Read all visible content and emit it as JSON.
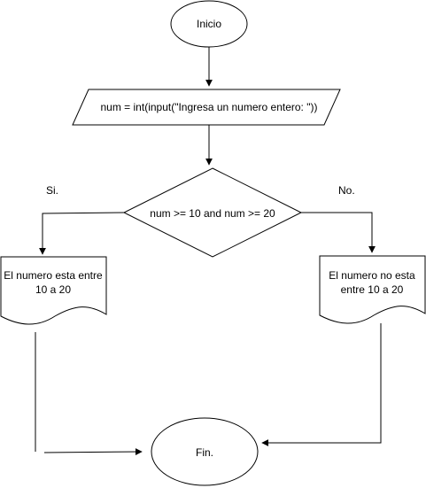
{
  "flowchart": {
    "start": "Inicio",
    "input": "num = int(input(\"Ingresa un numero entero: \"))",
    "decision": "num >= 10 and num >= 20",
    "yes_label": "Si.",
    "no_label": "No.",
    "yes_output_line1": "El numero esta entre",
    "yes_output_line2": "10 a 20",
    "no_output_line1": "El numero no esta",
    "no_output_line2": "entre 10 a 20",
    "end": "Fin."
  }
}
